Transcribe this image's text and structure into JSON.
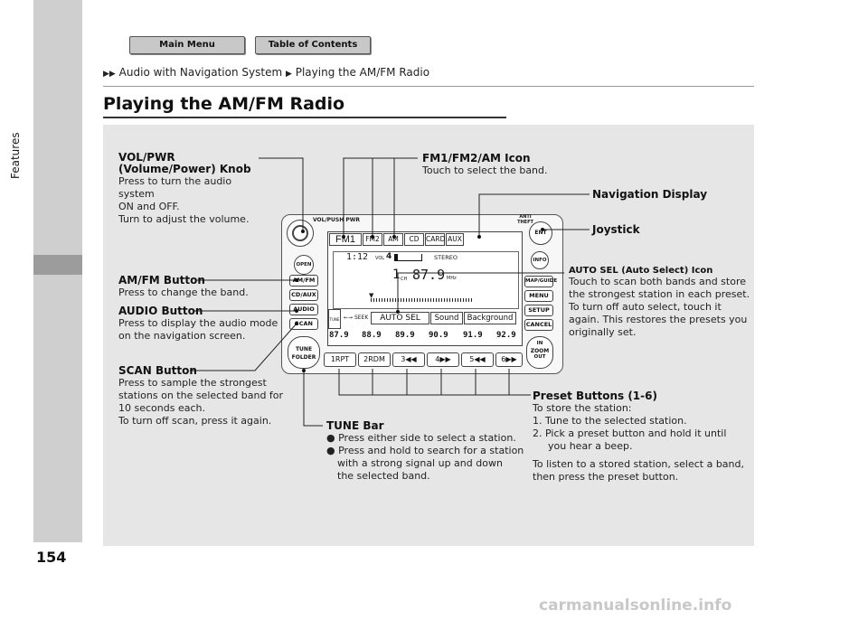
{
  "nav": {
    "main_menu": "Main Menu",
    "toc": "Table of Contents"
  },
  "sidebar": {
    "section": "Features"
  },
  "page_number": "154",
  "breadcrumb": {
    "arrows": "▶▶",
    "part1": "Audio with Navigation System",
    "arrow2": "▶",
    "part2": "Playing the AM/FM Radio"
  },
  "title": "Playing the AM/FM Radio",
  "callouts": {
    "volpwr": {
      "heading": "VOL/PWR (Volume/Power) Knob",
      "text": [
        "Press to turn the audio system",
        "ON and OFF.",
        "Turn to adjust the volume."
      ]
    },
    "fm_icon": {
      "heading": "FM1/FM2/AM Icon",
      "text": "Touch to select the band."
    },
    "nav_display": {
      "heading": "Navigation Display"
    },
    "joystick": {
      "heading": "Joystick"
    },
    "amfm": {
      "heading": "AM/FM Button",
      "text": "Press to change the band."
    },
    "autosel": {
      "heading": "AUTO SEL (Auto Select) Icon",
      "text": [
        "Touch to scan both bands and store",
        "the strongest station in each preset.",
        "To turn off auto select, touch it",
        "again. This restores the presets you",
        "originally set."
      ]
    },
    "audio": {
      "heading": "AUDIO Button",
      "text": [
        "Press to display the audio mode",
        "on the navigation screen."
      ]
    },
    "scan": {
      "heading": "SCAN Button",
      "text": [
        "Press to sample the strongest",
        "stations on the selected band for",
        "10 seconds each.",
        "To turn off scan, press it again."
      ]
    },
    "preset": {
      "heading": "Preset Buttons (1-6)",
      "text": [
        "To store the station:",
        "1.  Tune to the selected station.",
        "2.  Pick a preset button and hold it until",
        "you hear a beep.",
        "To listen to a stored station, select a band,",
        "then press the preset button."
      ]
    },
    "tune": {
      "heading": "TUNE Bar",
      "bullets": [
        "Press either side to select a station.",
        "Press and hold to search for a station",
        "with a strong signal up and down",
        "the selected band."
      ]
    }
  },
  "radio": {
    "vol_label": "VOL/PUSH PWR",
    "antitheft": "ANTI THEFT",
    "tabs": [
      "FM1",
      "FM2",
      "AM",
      "CD",
      "CARD",
      "AUX"
    ],
    "clock": "1:12",
    "vol_text": "VOL",
    "vol_value": "4",
    "stereo": "STEREO",
    "channel": "1",
    "ch_text": "CH",
    "frequency": "87.9",
    "unit": "MHz",
    "seek": "←→ SEEK",
    "tune_small": "TUNE",
    "auto_sel": "AUTO SEL",
    "sound": "Sound",
    "background": "Background",
    "freqs": [
      "87.9",
      "88.9",
      "89.9",
      "90.9",
      "91.9",
      "92.9"
    ],
    "presets": [
      "1RPT",
      "2RDM",
      "3◀◀",
      "4▶▶",
      "5◀◀",
      "6▶▶"
    ],
    "left_buttons": [
      "OPEN",
      "AM/FM",
      "CD/AUX",
      "AUDIO",
      "SCAN"
    ],
    "tune_folder": "TUNE FOLDER",
    "right_buttons": [
      "ENT",
      "INFO",
      "MAP/GUIDE",
      "MENU",
      "SETUP",
      "CANCEL"
    ],
    "zoom": "ZOOM",
    "zoom_in": "IN",
    "zoom_out": "OUT"
  },
  "watermark": "carmanualsonline.info"
}
